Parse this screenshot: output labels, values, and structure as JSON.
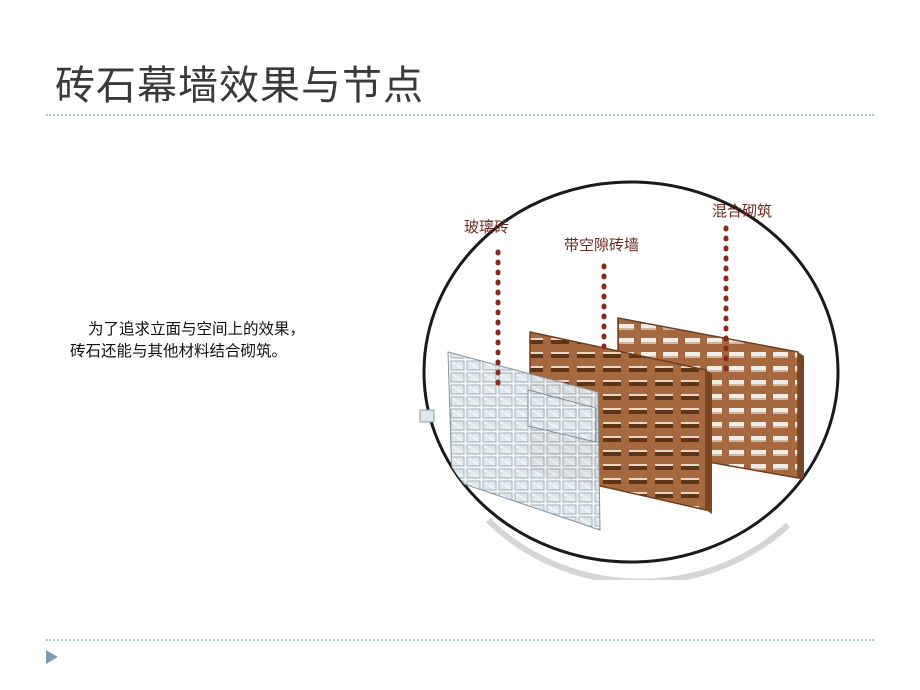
{
  "slide": {
    "title": "砖石幕墙效果与节点",
    "body_lines": [
      "为了追求立面与空间上的效果，",
      "砖石还能与其他材料结合砌筑。"
    ]
  },
  "figure": {
    "labels": {
      "glass_block": "玻璃砖",
      "perforated_wall": "带空隙砖墙",
      "mixed_masonry": "混合砌筑"
    }
  },
  "colors": {
    "title": "#3a3a3a",
    "rule": "#a9c1d4",
    "brick": "#a6683e",
    "label": "#6b2a20",
    "nav_arrow": "#7e9bb4"
  },
  "icons": {
    "nav": "play-triangle-icon"
  }
}
